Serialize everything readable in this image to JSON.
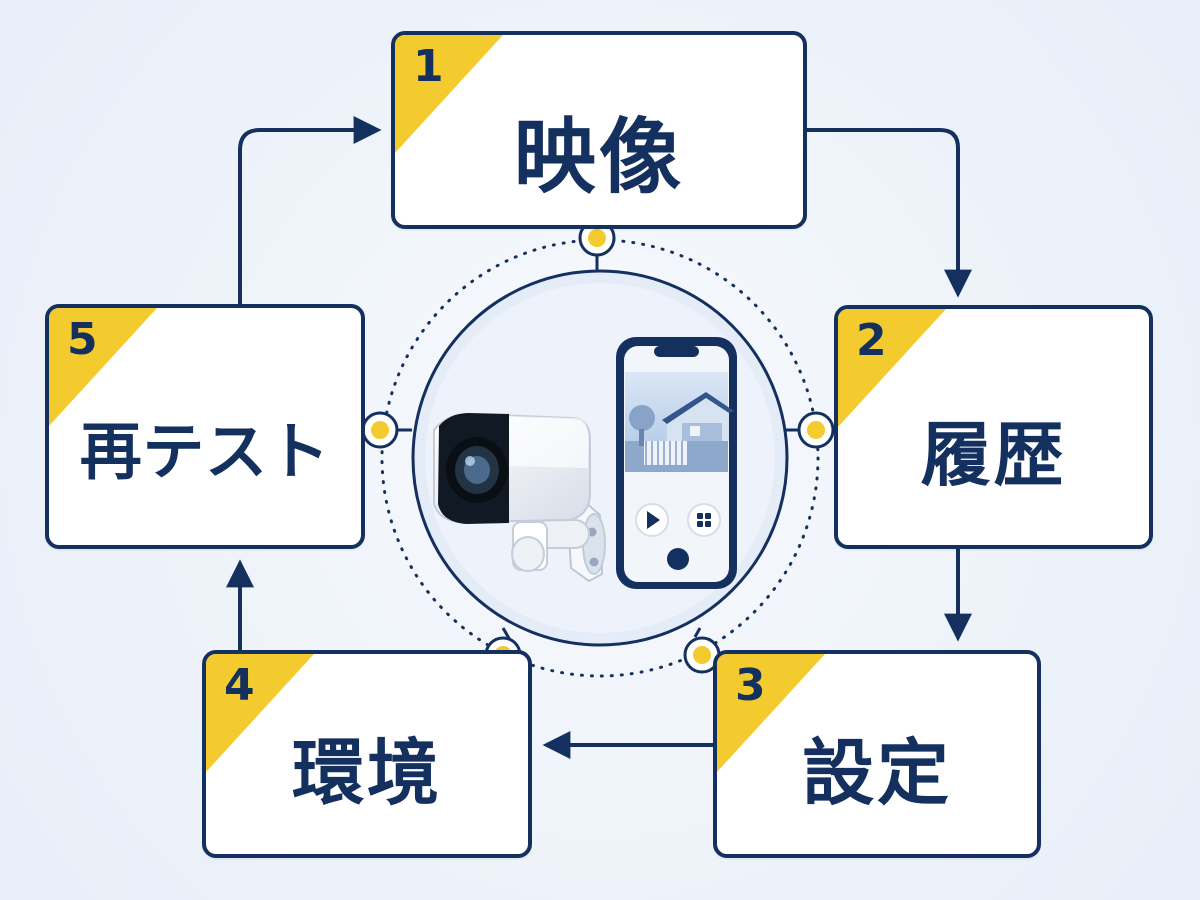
{
  "diagram": {
    "steps": [
      {
        "number": "1",
        "label": "映像"
      },
      {
        "number": "2",
        "label": "履歴"
      },
      {
        "number": "3",
        "label": "設定"
      },
      {
        "number": "4",
        "label": "環境"
      },
      {
        "number": "5",
        "label": "再テスト"
      }
    ],
    "center_illustration": [
      "security-camera-icon",
      "smartphone-app-icon"
    ],
    "colors": {
      "navy": "#14305f",
      "yellow": "#f4cb2f",
      "background": "#edf2f9",
      "card": "#ffffff"
    }
  }
}
